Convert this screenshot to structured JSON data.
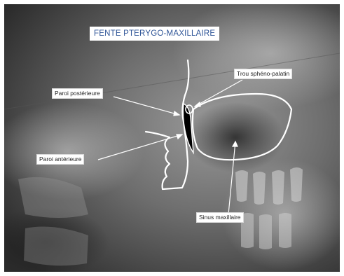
{
  "title": "FENTE PTERYGO-MAXILLAIRE",
  "labels": {
    "posterior_wall": "Paroi postérieure",
    "anterior_wall": "Paroi antérieure",
    "sphenopalatine_foramen": "Trou sphéno-palatin",
    "maxillary_sinus": "Sinus maxillaire"
  },
  "colors": {
    "outline": "#ffffff",
    "fissure_fill": "#000000",
    "title_text": "#2f5597",
    "label_text": "#1f1f1f",
    "background": "#3a3a3a"
  }
}
